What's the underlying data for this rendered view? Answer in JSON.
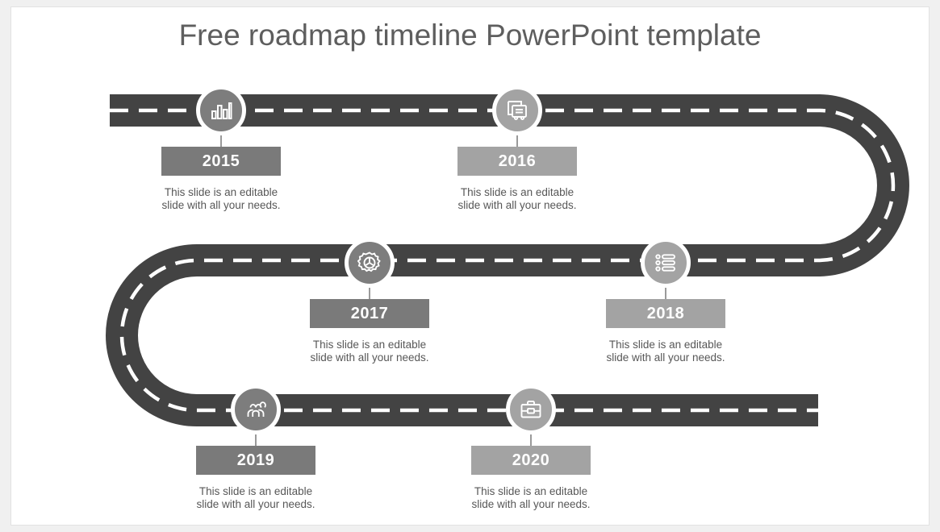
{
  "page": {
    "title": "Free roadmap timeline PowerPoint template",
    "background": "#f0f0f0",
    "slide_background": "#ffffff"
  },
  "theme": {
    "road_color": "#434343",
    "dash_color": "#ffffff",
    "badge_dark": "#7d7d7d",
    "badge_light": "#a3a3a3",
    "box_dark": "#7a7a7a",
    "box_light": "#a3a3a3",
    "title_color": "#5e5e5e",
    "desc_color": "#575757",
    "stem_color": "#9a9a9a"
  },
  "milestones": [
    {
      "year": "2015",
      "icon": "bar-chart-icon",
      "description": "This slide is an editable slide with all your needs.",
      "desc_line1": "This slide is an editable",
      "desc_line2": "slide with all your needs.",
      "badge_color": "#7d7d7d",
      "box_color": "#7a7a7a"
    },
    {
      "year": "2016",
      "icon": "documents-icon",
      "description": "This slide is an editable slide with all your needs.",
      "desc_line1": "This slide is an editable",
      "desc_line2": "slide with all your needs.",
      "badge_color": "#a3a3a3",
      "box_color": "#a3a3a3"
    },
    {
      "year": "2017",
      "icon": "gear-icon",
      "description": "This slide is an editable slide with all your needs.",
      "desc_line1": "This slide is an editable",
      "desc_line2": "slide with all your needs.",
      "badge_color": "#7d7d7d",
      "box_color": "#7a7a7a"
    },
    {
      "year": "2018",
      "icon": "list-icon",
      "description": "This slide is an editable slide with all your needs.",
      "desc_line1": "This slide is an editable",
      "desc_line2": "slide with all your needs.",
      "badge_color": "#a3a3a3",
      "box_color": "#a3a3a3"
    },
    {
      "year": "2019",
      "icon": "people-group-icon",
      "description": "This slide is an editable slide with all your needs.",
      "desc_line1": "This slide is an editable",
      "desc_line2": "slide with all your needs.",
      "badge_color": "#7d7d7d",
      "box_color": "#7a7a7a"
    },
    {
      "year": "2020",
      "icon": "briefcase-icon",
      "description": "This slide is an editable slide with all your needs.",
      "desc_line1": "This slide is an editable",
      "desc_line2": "slide with all your needs.",
      "badge_color": "#a3a3a3",
      "box_color": "#a3a3a3"
    }
  ]
}
